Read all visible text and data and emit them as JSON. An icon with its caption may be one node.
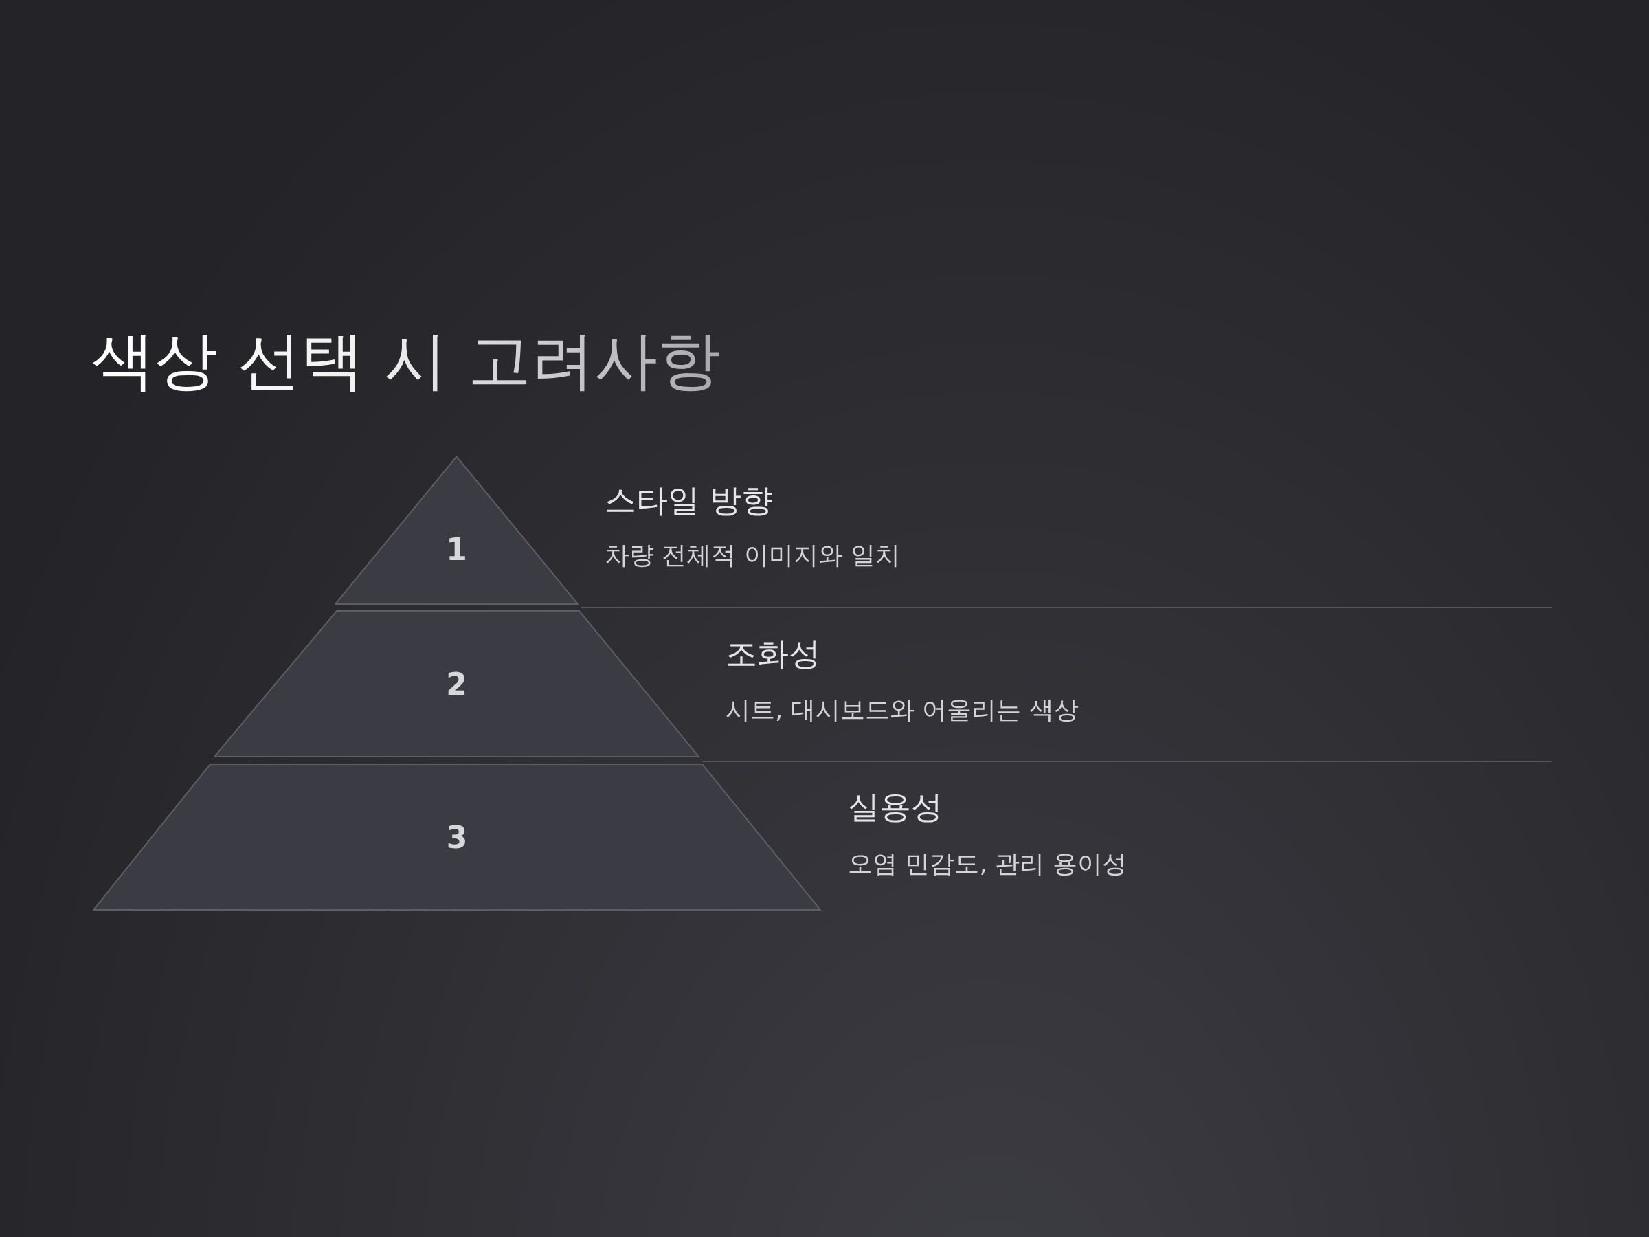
{
  "diagram": {
    "title": "색상 선택 시 고려사항",
    "nodes": [
      {
        "text": [
          "1"
        ],
        "beside": [
          "스타일 방향",
          "차량 전체적 이미지와 일치"
        ]
      },
      {
        "text": [
          "2"
        ],
        "beside": [
          "조화성",
          "시트, 대시보드와 어울리는 색상"
        ]
      },
      {
        "text": [
          "3"
        ],
        "beside": [
          "실용성",
          "오염 민감도, 관리 용이성"
        ]
      }
    ]
  }
}
